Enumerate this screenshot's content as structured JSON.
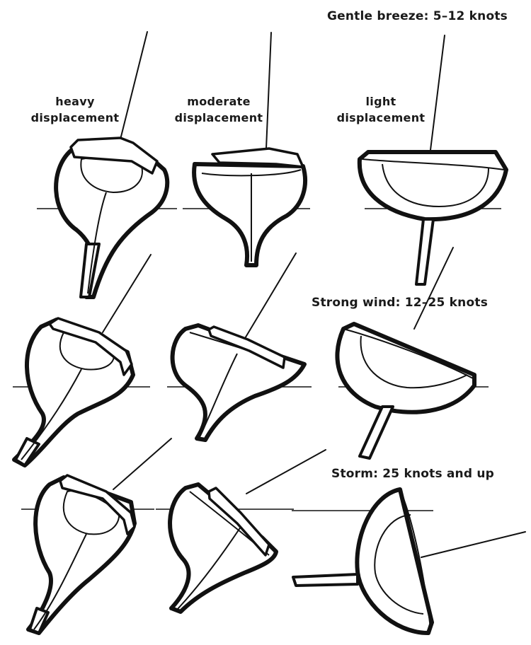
{
  "columns": {
    "heavy": "heavy\ndisplacement",
    "moderate": "moderate\ndisplacement",
    "light": "light\ndisplacement"
  },
  "conditions": {
    "gentle": "Gentle breeze: 5–12 knots",
    "strong": "Strong wind: 12–25 knots",
    "storm": "Storm: 25 knots and up"
  }
}
